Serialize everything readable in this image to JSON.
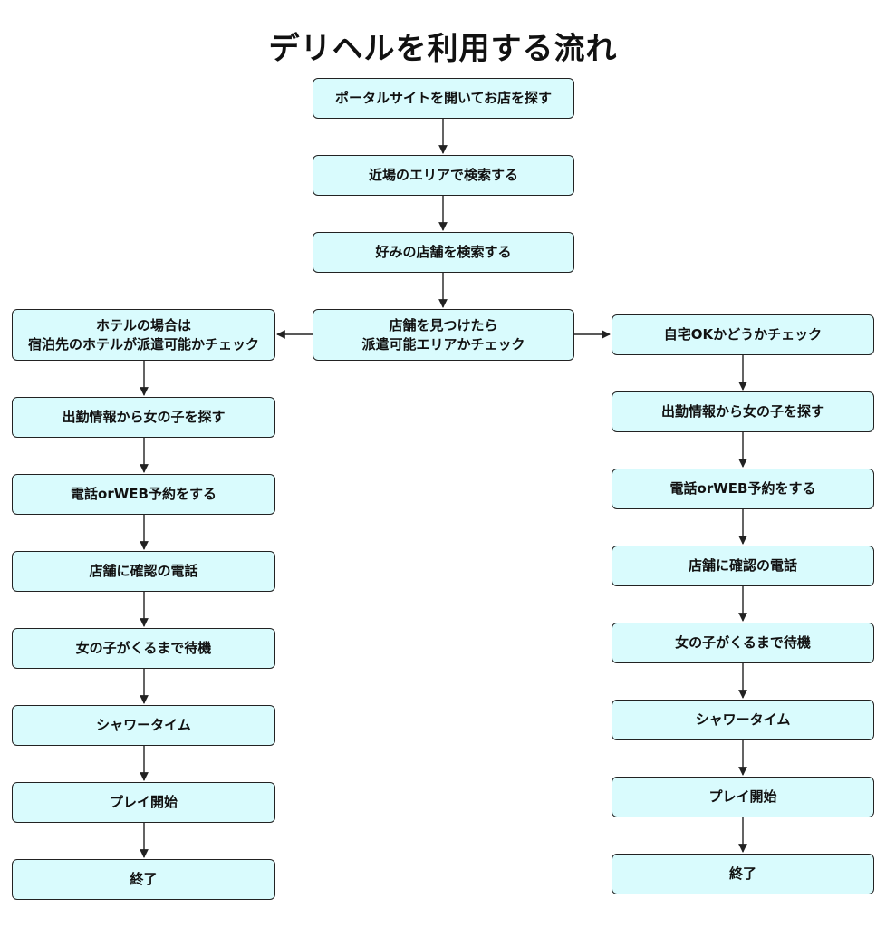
{
  "title": "デリヘルを利用する流れ",
  "center": [
    "ポータルサイトを開いてお店を探す",
    "近場のエリアで検索する",
    "好みの店舗を検索する",
    "店舗を見つけたら\n派遣可能エリアかチェック"
  ],
  "left": [
    "ホテルの場合は\n宿泊先のホテルが派遣可能かチェック",
    "出勤情報から女の子を探す",
    "電話orWEB予約をする",
    "店舗に確認の電話",
    "女の子がくるまで待機",
    "シャワータイム",
    "プレイ開始",
    "終了"
  ],
  "right": [
    "自宅OKかどうかチェック",
    "出勤情報から女の子を探す",
    "電話orWEB予約をする",
    "店舗に確認の電話",
    "女の子がくるまで待機",
    "シャワータイム",
    "プレイ開始",
    "終了"
  ],
  "colors": {
    "box_fill": "#d9fbfd",
    "box_border": "#222222",
    "arrow": "#222222"
  }
}
